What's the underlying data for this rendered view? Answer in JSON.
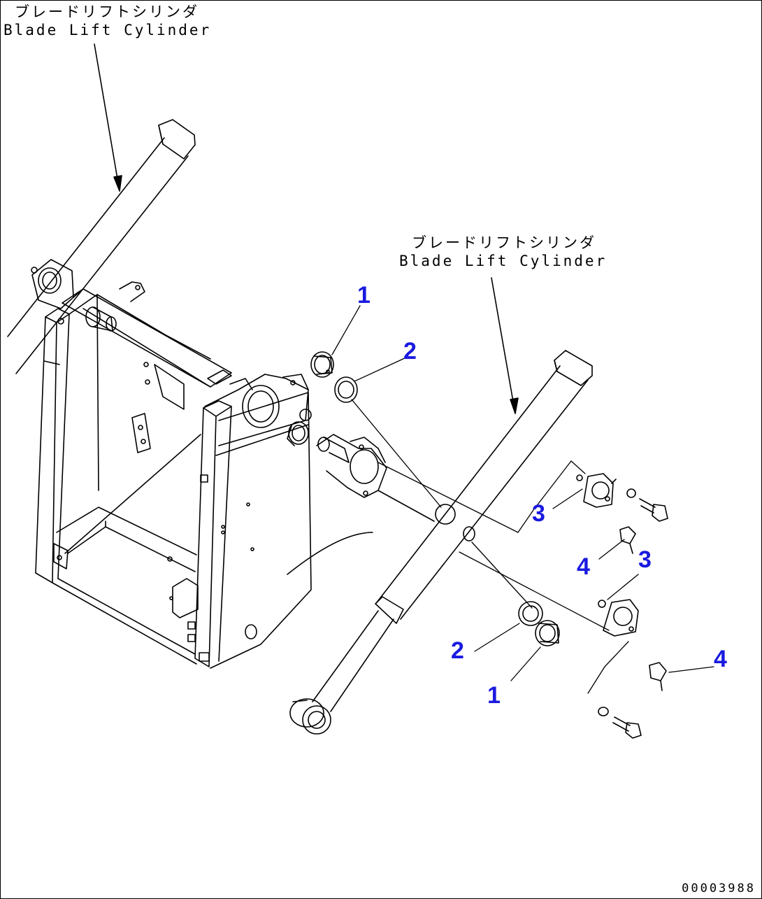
{
  "labels": {
    "left_jp": "ブレードリフトシリンダ",
    "left_en": "Blade Lift Cylinder",
    "right_jp": "ブレードリフトシリンダ",
    "right_en": "Blade Lift Cylinder"
  },
  "callouts": [
    "1",
    "2",
    "1",
    "2",
    "3",
    "3",
    "4",
    "4"
  ],
  "document_number": "00003988",
  "colors": {
    "line": "#000000",
    "callout": "#1a1ae0",
    "background": "#ffffff"
  }
}
